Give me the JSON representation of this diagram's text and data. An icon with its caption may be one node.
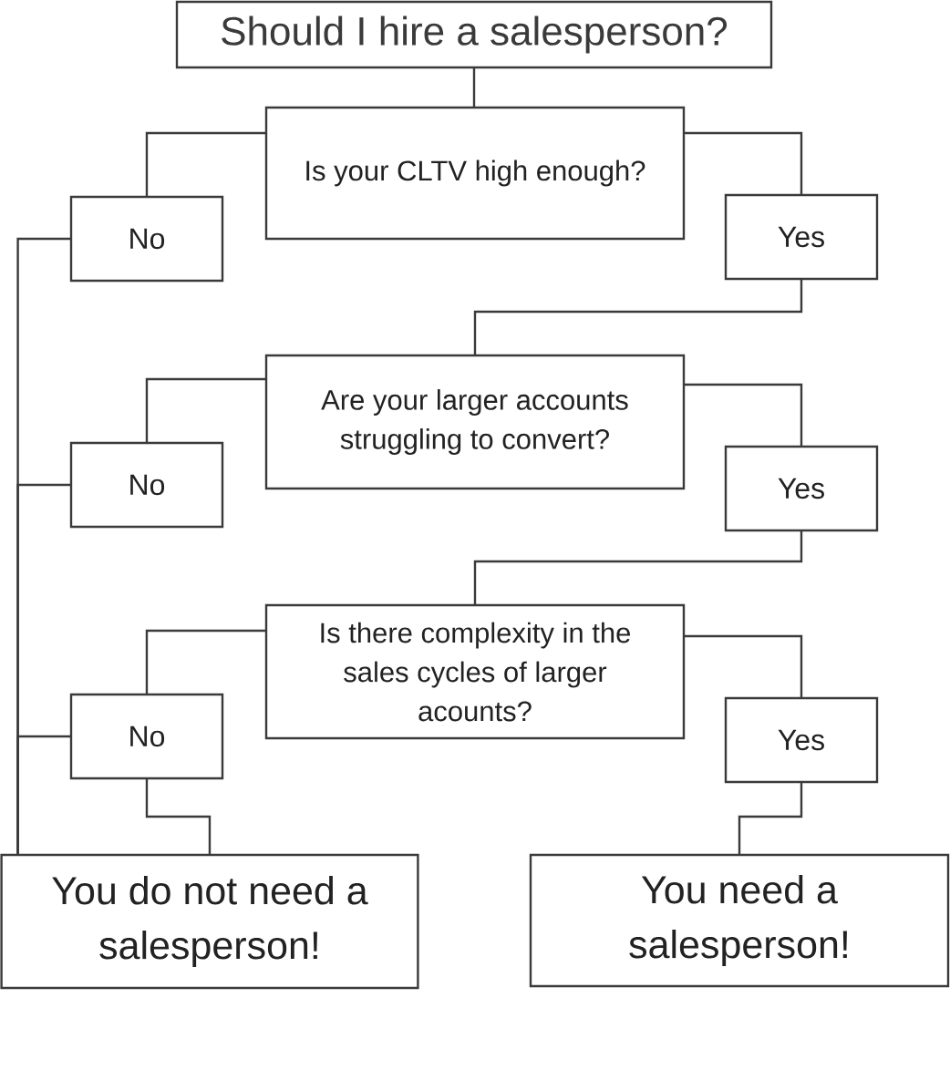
{
  "diagram": {
    "nodes": [
      {
        "text": [
          "Should I hire a salesperson?"
        ]
      },
      {
        "text": [
          "Is your CLTV high enough?"
        ]
      },
      {
        "text": [
          "No"
        ]
      },
      {
        "text": [
          "Yes"
        ]
      },
      {
        "text": [
          "Are your larger accounts struggling to convert?"
        ]
      },
      {
        "text": [
          "No"
        ]
      },
      {
        "text": [
          "Yes"
        ]
      },
      {
        "text": [
          "Is there complexity in the sales cycles of larger acounts?"
        ]
      },
      {
        "text": [
          "No"
        ]
      },
      {
        "text": [
          "Yes"
        ]
      },
      {
        "text": [
          "You do not need a salesperson!"
        ]
      },
      {
        "text": [
          "You need a salesperson!"
        ]
      }
    ],
    "edges": [
      {
        "from": 0,
        "to": 1,
        "arrow": "none"
      },
      {
        "from": 1,
        "to": 2,
        "arrow": "none"
      },
      {
        "from": 1,
        "to": 3,
        "arrow": "none"
      },
      {
        "from": 3,
        "to": 4,
        "arrow": "none"
      },
      {
        "from": 4,
        "to": 5,
        "arrow": "none"
      },
      {
        "from": 4,
        "to": 6,
        "arrow": "none"
      },
      {
        "from": 6,
        "to": 7,
        "arrow": "none"
      },
      {
        "from": 7,
        "to": 8,
        "arrow": "none"
      },
      {
        "from": 7,
        "to": 9,
        "arrow": "none"
      },
      {
        "from": 2,
        "to": 10,
        "arrow": "none"
      },
      {
        "from": 5,
        "to": 10,
        "arrow": "none"
      },
      {
        "from": 8,
        "to": 10,
        "arrow": "none"
      },
      {
        "from": 8,
        "to": 10,
        "arrow": "none"
      },
      {
        "from": 9,
        "to": 11,
        "arrow": "none"
      }
    ]
  }
}
